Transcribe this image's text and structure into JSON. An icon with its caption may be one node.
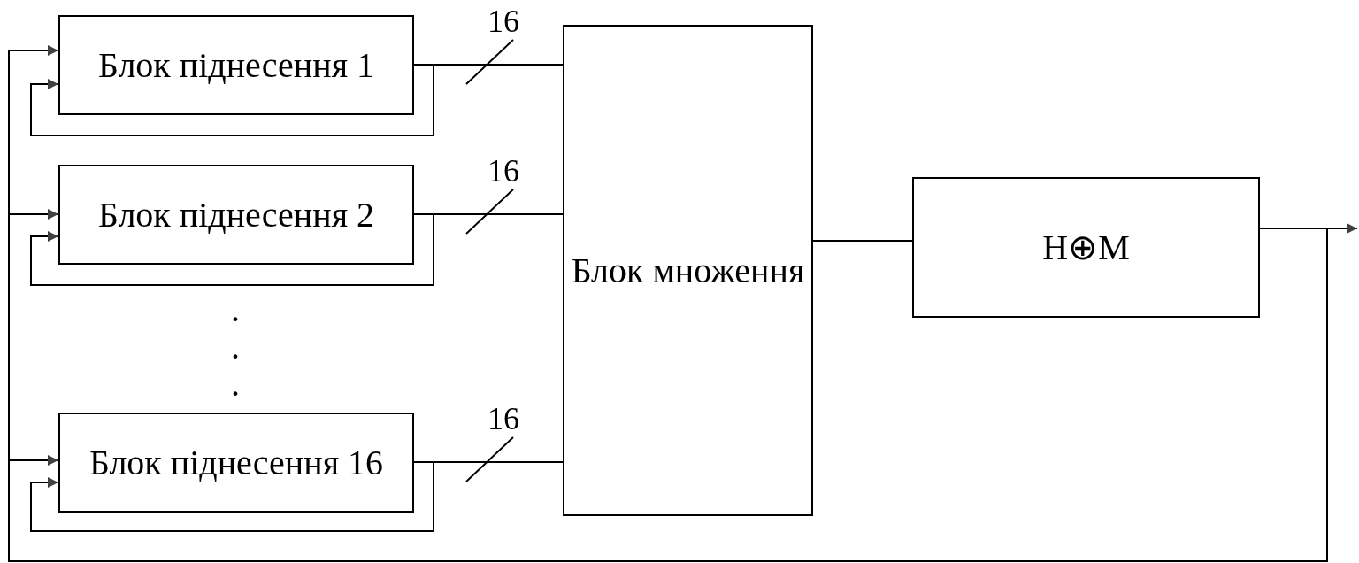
{
  "diagram": {
    "nodes": [
      {
        "text": [
          "Блок піднесення 1"
        ]
      },
      {
        "text": [
          "Блок піднесення 2"
        ]
      },
      {
        "text": [
          "Блок піднесення 16"
        ]
      },
      {
        "text": [
          "Блок множення"
        ]
      },
      {
        "text": [
          "Н⊕М"
        ]
      }
    ],
    "edges": [
      {
        "from": 0,
        "to": 0,
        "arrow": "to"
      },
      {
        "from": 0,
        "to": 3,
        "arrow": "none",
        "label": "16"
      },
      {
        "from": 1,
        "to": 1,
        "arrow": "to"
      },
      {
        "from": 1,
        "to": 3,
        "arrow": "none",
        "label": "16"
      },
      {
        "from": 2,
        "to": 2,
        "arrow": "to"
      },
      {
        "from": 2,
        "to": 3,
        "arrow": "none",
        "label": "16"
      },
      {
        "from": 3,
        "to": 4,
        "arrow": "none"
      },
      {
        "from": 4,
        "to": null,
        "arrow": "to"
      },
      {
        "from": 4,
        "to": 0,
        "arrow": "to"
      },
      {
        "from": 4,
        "to": 1,
        "arrow": "to"
      },
      {
        "from": 4,
        "to": 2,
        "arrow": "to"
      }
    ],
    "labels": [
      ".",
      ".",
      "."
    ]
  }
}
